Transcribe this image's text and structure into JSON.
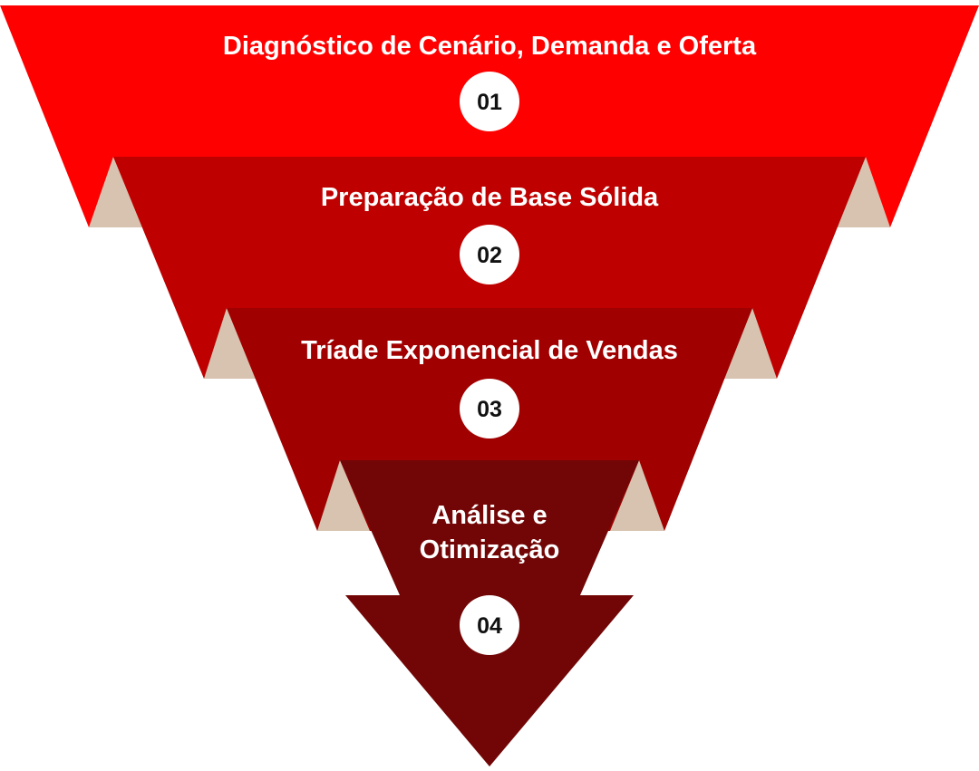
{
  "colors": {
    "stage1": "#ff0000",
    "stage2": "#bf0000",
    "stage3": "#a00000",
    "stage4": "#720606",
    "fold": "#d8c3b0"
  },
  "stages": [
    {
      "number": "01",
      "lines": [
        "Diagnóstico de Cenário, Demanda e Oferta"
      ]
    },
    {
      "number": "02",
      "lines": [
        "Preparação de Base Sólida"
      ]
    },
    {
      "number": "03",
      "lines": [
        "Tríade Exponencial de Vendas"
      ]
    },
    {
      "number": "04",
      "lines": [
        "Análise e",
        "Otimização"
      ]
    }
  ]
}
